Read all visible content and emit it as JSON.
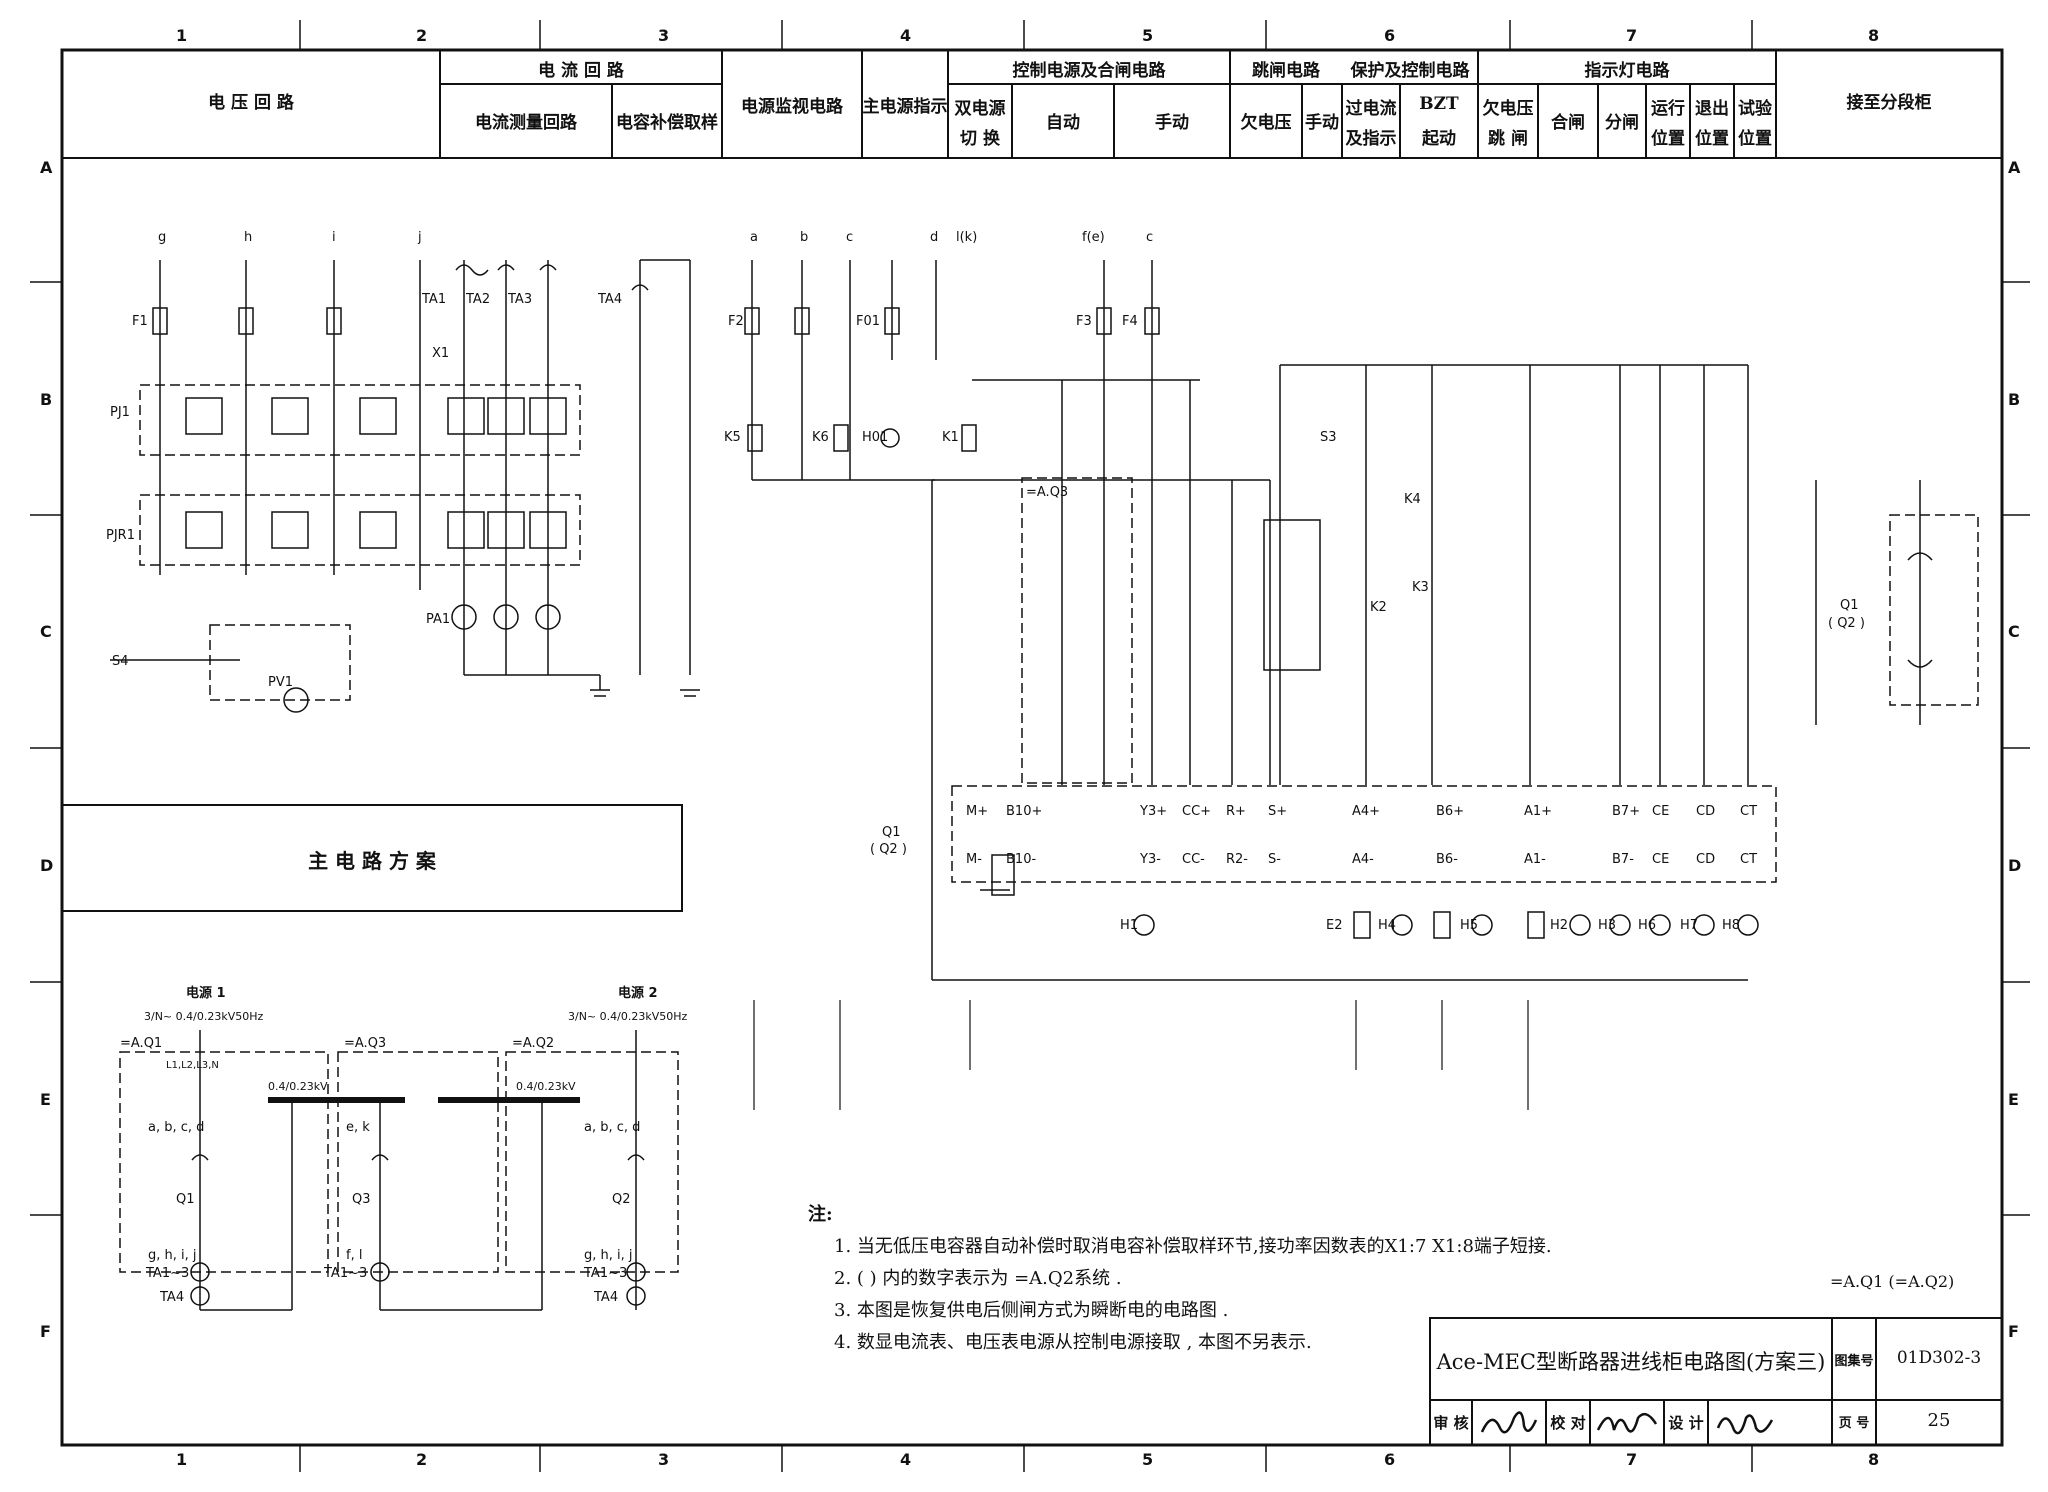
{
  "columns": [
    "1",
    "2",
    "3",
    "4",
    "5",
    "6",
    "7",
    "8"
  ],
  "rows": [
    "A",
    "B",
    "C",
    "D",
    "E",
    "F"
  ],
  "header": {
    "voltage_loop": "电 压 回 路",
    "current_loop": "电 流 回 路",
    "current_measure": "电流测量回路",
    "cap_comp": "电容补偿取样",
    "power_monitor": "电源监视电路",
    "main_power_ind": "主电源指示",
    "control_power": "控制电源及合闸电路",
    "dual_power_1": "双电源",
    "dual_power_2": "切 换",
    "auto": "自动",
    "manual": "手动",
    "trip_circuit": "跳闸电路",
    "undervoltage": "欠电压",
    "manual2": "手动",
    "protect_ctrl": "保护及控制电路",
    "overcurrent_1": "过电流",
    "overcurrent_2": "及指示",
    "bzt_1": "BZT",
    "bzt_2": "起动",
    "indicator": "指示灯电路",
    "uv_trip_1": "欠电压",
    "uv_trip_2": "跳 闸",
    "close": "合闸",
    "open": "分闸",
    "run_1": "运行",
    "run_2": "位置",
    "exit_1": "退出",
    "exit_2": "位置",
    "test_1": "试验",
    "test_2": "位置",
    "to_section": "接至分段柜"
  },
  "main_circuit_title": "主 电 路 方 案",
  "diagram_labels": {
    "source1": "电源 1",
    "source2": "电源 2",
    "spec1": "3/N~ 0.4/0.23kV50Hz",
    "spec2": "3/N~ 0.4/0.23kV50Hz",
    "aq1": "=A.Q1",
    "aq3": "=A.Q3",
    "aq2": "=A.Q2",
    "bus1": "0.4/0.23kV",
    "bus2": "0.4/0.23kV",
    "q1q2": "Q1",
    "q1q2b": "( Q2 )",
    "q1q2c": "Q1",
    "q1q2d": "( Q2 )",
    "gt_aq3": "=A.Q3",
    "x1": "X1",
    "pj1": "PJ1",
    "pjr1": "PJR1",
    "pv1": "PV1",
    "s4": "S4",
    "pa1": "PA1",
    "ta1": "TA1",
    "ta2": "TA2",
    "ta3": "TA3",
    "ta4": "TA4",
    "f1": "F1",
    "f2": "F2",
    "f3": "F3",
    "f4": "F4",
    "f01": "F01",
    "k5": "K5",
    "k6": "K6",
    "h01": "H01",
    "k1": "K1",
    "s3": "S3",
    "k4": "K4",
    "k2": "K2",
    "k3": "K3",
    "h1": "H1",
    "e2": "E2",
    "h4": "H4",
    "h5": "H5",
    "h2": "H2",
    "h3": "H3",
    "h6": "H6",
    "h7": "H7",
    "h8": "H8",
    "col_g": "g",
    "col_h": "h",
    "col_i": "i",
    "col_j": "j",
    "col_a": "a",
    "col_b": "b",
    "col_c": "c",
    "col_d": "d",
    "col_lk": "l(k)",
    "col_fe": "f(e)",
    "col_c2": "c",
    "term_m_plus": "M+",
    "term_b10_plus": "B10+",
    "term_y3_plus": "Y3+",
    "term_cc_plus": "CC+",
    "term_r_plus": "R+",
    "term_s_plus": "S+",
    "term_a4_plus": "A4+",
    "term_b6_plus": "B6+",
    "term_a1_plus": "A1+",
    "term_b7_plus": "B7+",
    "term_ce": "CE",
    "term_cd": "CD",
    "term_ct": "CT",
    "term_m_minus": "M-",
    "term_b10_minus": "B10-",
    "term_y3_minus": "Y3-",
    "term_cc_minus": "CC-",
    "term_r2_minus": "R2-",
    "term_s_minus": "S-",
    "term_a4_minus": "A4-",
    "term_b6_minus": "B6-",
    "term_a1_minus": "A1-",
    "term_b7_minus": "B7-",
    "term_ce2": "CE",
    "term_cd2": "CD",
    "term_ct2": "CT",
    "abcd": "a, b, c, d",
    "abcd2": "a, b, c, d",
    "ek": "e, k",
    "ghij": "g, h, i, j",
    "ghij2": "g, h, i, j",
    "fl": "f, l",
    "ta13": "TA1~3",
    "ta13b": "TA1~3",
    "ta13c": "TA1~3",
    "ta4b": "TA4",
    "ta4c": "TA4",
    "q1": "Q1",
    "q3": "Q3",
    "q2": "Q2",
    "l123n": "L1,L2,L3,N"
  },
  "notes": {
    "title": "注:",
    "n1": "1. 当无低压电容器自动补偿时取消电容补偿取样环节,接功率因数表的X1:7  X1:8端子短接.",
    "n2": "2. (   ) 内的数字表示为 =A.Q2系统 .",
    "n3": "3. 本图是恢复供电后侧闸方式为瞬断电的电路图 .",
    "n4": "4. 数显电流表、电压表电源从控制电源接取 , 本图不另表示."
  },
  "aq_ref": "=A.Q1 (=A.Q2)",
  "title_block": {
    "title": "Ace-MEC型断路器进线柜电路图(方案三)",
    "atlas_label": "图集号",
    "atlas_no": "01D302-3",
    "review": "审 核",
    "check": "校 对",
    "design": "设 计",
    "page_label": "页 号",
    "page_no": "25"
  }
}
